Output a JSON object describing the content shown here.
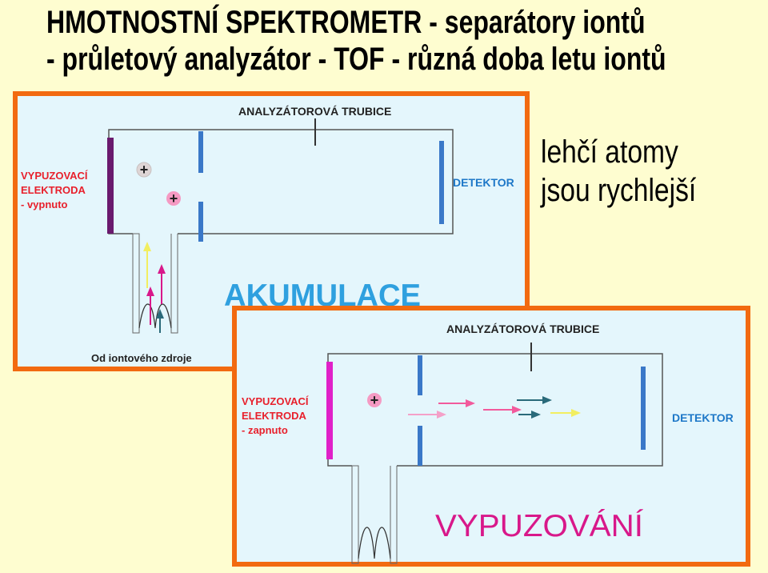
{
  "title": {
    "line1": "HMOTNOSTNÍ SPEKTROMETR - separátory iontů",
    "line2": "- průletový analyzátor - TOF - různá doba letu iontů"
  },
  "note": {
    "line1": "lehčí atomy",
    "line2": "jsou rychlejší"
  },
  "panel_accumulation": {
    "tube_label": "ANALYZÁTOROVÁ TRUBICE",
    "electrode_label_1": "VYPUZOVACÍ",
    "electrode_label_2": "ELEKTRODA",
    "electrode_state": "- vypnuto",
    "detector_label": "DETEKTOR",
    "phase_label": "AKUMULACE",
    "source_label": "Od iontového zdroje",
    "ion_symbol": "+",
    "electrode_color": "#6a1a6e",
    "phase_color": "#2fa0df"
  },
  "panel_ejection": {
    "tube_label": "ANALYZÁTOROVÁ TRUBICE",
    "electrode_label_1": "VYPUZOVACÍ",
    "electrode_label_2": "ELEKTRODA",
    "electrode_state": "- zapnuto",
    "detector_label": "DETEKTOR",
    "phase_label": "VYPUZOVÁNÍ",
    "ion_symbol": "+",
    "electrode_color": "#e020c8",
    "phase_color": "#d8188a"
  },
  "colors": {
    "panel_border": "#f26a10",
    "panel_bg": "#e4f6fc",
    "label_red": "#e8202c",
    "label_blue": "#1e78c8",
    "plate_blue": "#3a78c8",
    "ion_pink": "#f25a9c",
    "ion_teal": "#2a6a7a",
    "ion_yellow": "#f2ee60"
  }
}
